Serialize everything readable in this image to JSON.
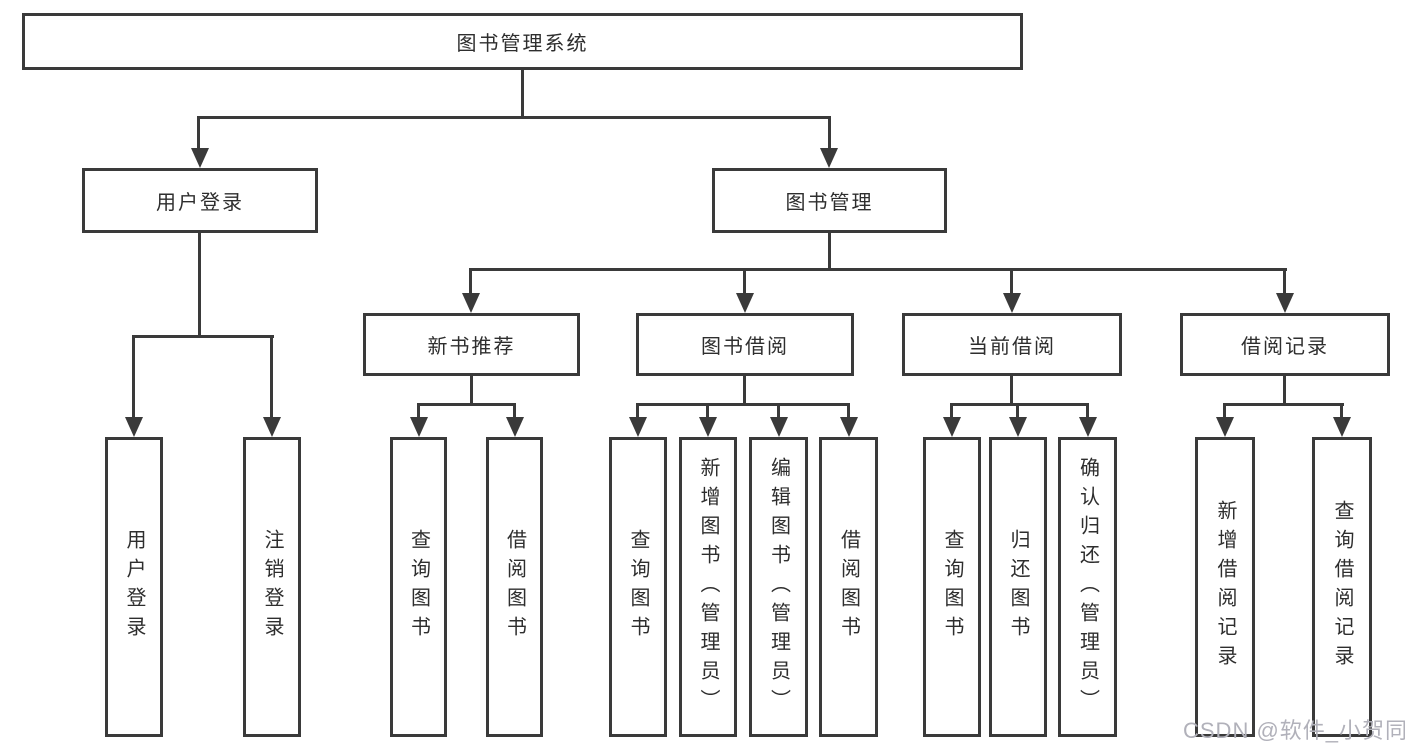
{
  "tree": {
    "label": "图书管理系统",
    "children": [
      {
        "label": "用户登录",
        "children": [
          {
            "label": "用户登录"
          },
          {
            "label": "注销登录"
          }
        ]
      },
      {
        "label": "图书管理",
        "children": [
          {
            "label": "新书推荐",
            "children": [
              {
                "label": "查询图书"
              },
              {
                "label": "借阅图书"
              }
            ]
          },
          {
            "label": "图书借阅",
            "children": [
              {
                "label": "查询图书"
              },
              {
                "label": "新增图书（管理员）"
              },
              {
                "label": "编辑图书（管理员）"
              },
              {
                "label": "借阅图书"
              }
            ]
          },
          {
            "label": "当前借阅",
            "children": [
              {
                "label": "查询图书"
              },
              {
                "label": "归还图书"
              },
              {
                "label": "确认归还（管理员）"
              }
            ]
          },
          {
            "label": "借阅记录",
            "children": [
              {
                "label": "新增借阅记录"
              },
              {
                "label": "查询借阅记录"
              }
            ]
          }
        ]
      }
    ]
  },
  "watermark": {
    "text": "CSDN @软件_小贺同学"
  },
  "colors": {
    "line": "#3a3a3a",
    "text": "#2e2e2e",
    "watermark": "#b1b1ba",
    "background": "#ffffff"
  }
}
